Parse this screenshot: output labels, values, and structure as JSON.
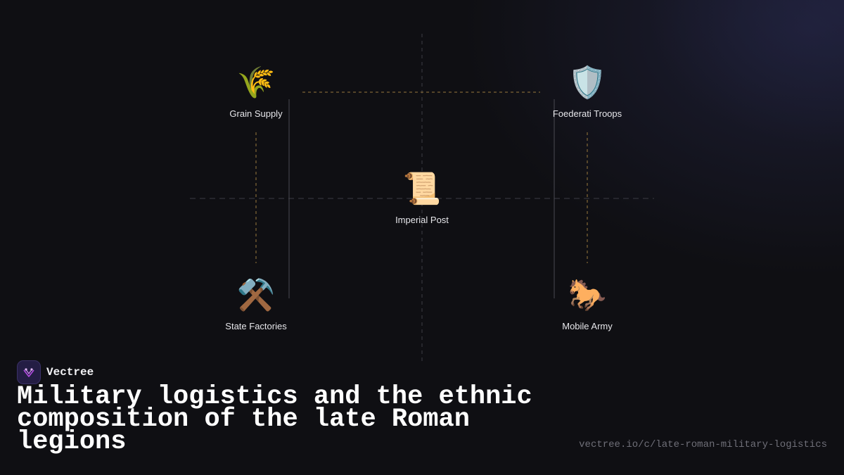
{
  "diagram": {
    "center": {
      "label": "Imperial Post",
      "icon": "scroll-icon",
      "glyph": "📜"
    },
    "nodes": [
      {
        "key": "grain",
        "label": "Grain Supply",
        "icon": "grain-icon",
        "glyph": "🌾"
      },
      {
        "key": "foederati",
        "label": "Foederati Troops",
        "icon": "shield-icon",
        "glyph": "🛡️"
      },
      {
        "key": "factories",
        "label": "State Factories",
        "icon": "hammer-pick-icon",
        "glyph": "⚒️"
      },
      {
        "key": "army",
        "label": "Mobile Army",
        "icon": "horse-icon",
        "glyph": "🐎"
      }
    ]
  },
  "brand": {
    "name": "Vectree"
  },
  "title": "Military logistics and the ethnic composition of the late Roman legions",
  "url": "vectree.io/c/late-roman-military-logistics",
  "colors": {
    "background": "#0f0f13",
    "connector_gold": "#9a7a3c",
    "connector_gray": "#3c3c44",
    "logo_purple": "#b24be0"
  }
}
